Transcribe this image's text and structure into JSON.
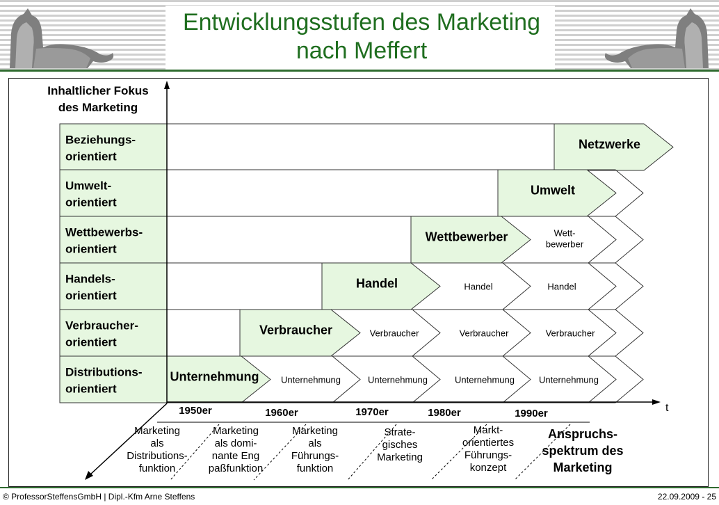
{
  "header": {
    "title_line1": "Entwicklungsstufen des Marketing",
    "title_line2": "nach Meffert"
  },
  "diagram": {
    "y_axis_label_line1": "Inhaltlicher Fokus",
    "y_axis_label_line2": "des Marketing",
    "x_axis_label": "t",
    "rows": [
      {
        "line1": "Beziehungs-",
        "line2": "orientiert",
        "main": "Netzwerke",
        "following": []
      },
      {
        "line1": "Umwelt-",
        "line2": "orientiert",
        "main": "Umwelt",
        "following": []
      },
      {
        "line1": "Wettbewerbs-",
        "line2": "orientiert",
        "main": "Wettbewerber",
        "following": [
          "Wett-|bewerber"
        ]
      },
      {
        "line1": "Handels-",
        "line2": "orientiert",
        "main": "Handel",
        "following": [
          "Handel",
          "Handel"
        ]
      },
      {
        "line1": "Verbraucher-",
        "line2": "orientiert",
        "main": "Verbraucher",
        "following": [
          "Verbraucher",
          "Verbraucher",
          "Verbraucher"
        ]
      },
      {
        "line1": "Distributions-",
        "line2": "orientiert",
        "main": "Unternehmung",
        "following": [
          "Unternehmung",
          "Unternehmung",
          "Unternehmung",
          "Unternehmung"
        ]
      }
    ],
    "decades": [
      "1950er",
      "1960er",
      "1970er",
      "1980er",
      "1990er"
    ],
    "stages": [
      [
        "Marketing",
        "als",
        "Distributions-",
        "funktion"
      ],
      [
        "Marketing",
        "als domi-",
        "nante Eng",
        "paßfunktion"
      ],
      [
        "Marketing",
        "als",
        "Führungs-",
        "funktion"
      ],
      [
        "Strate-",
        "gisches",
        "Marketing"
      ],
      [
        "Markt-",
        "orientiertes",
        "Führungs-",
        "konzept"
      ]
    ],
    "spectrum": [
      "Anspruchs-",
      "spektrum des",
      "Marketing"
    ]
  },
  "footer": {
    "left": "© ProfessorSteffensGmbH | Dipl.-Kfm Arne Steffens",
    "right": "22.09.2009 - 25"
  },
  "colors": {
    "title": "#1f6e1f",
    "highlight": "#e6f7e0",
    "rule": "#2f6b2f"
  }
}
